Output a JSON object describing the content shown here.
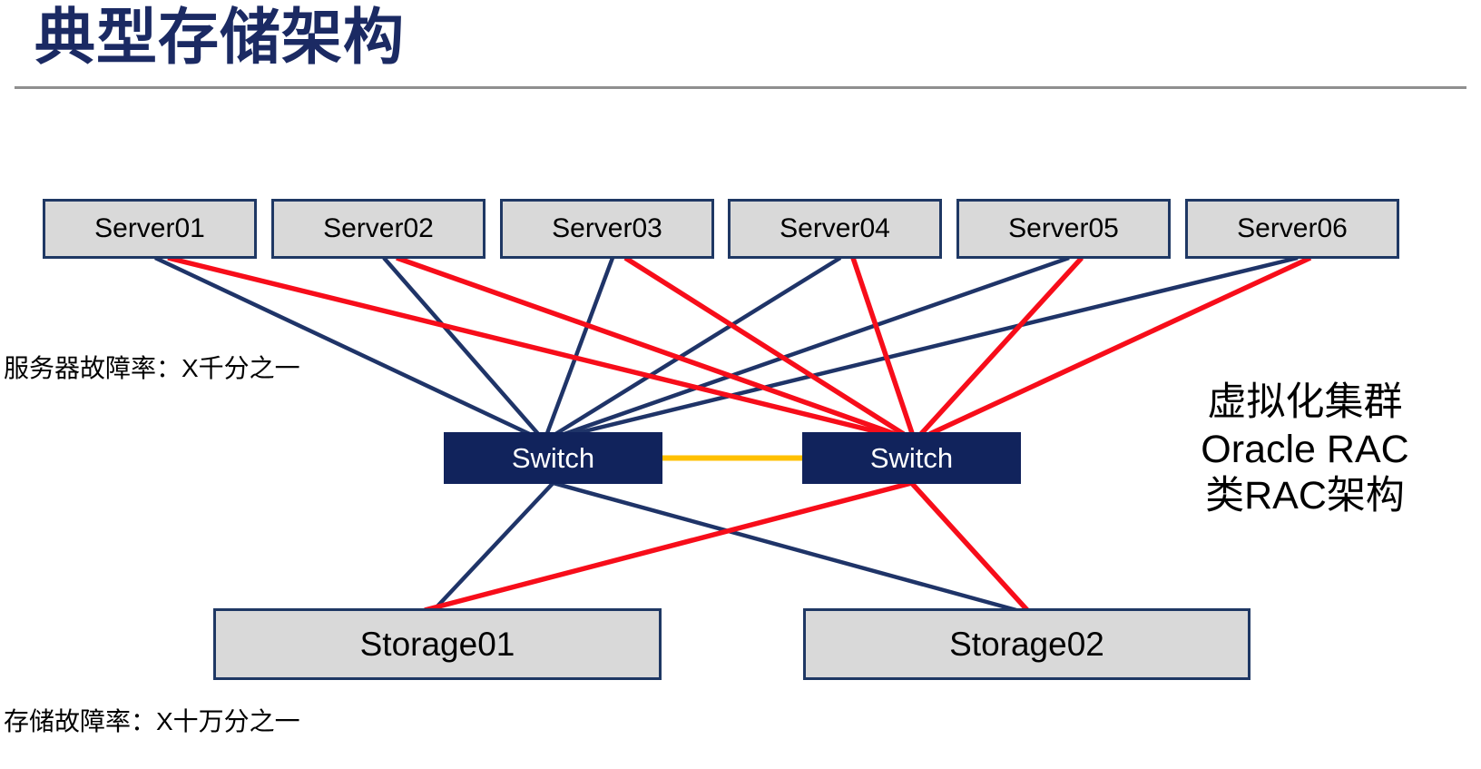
{
  "title": "典型存储架构",
  "colors": {
    "title": "#1B2A63",
    "navy": "#1F3468",
    "red": "#F70D1A",
    "yellow": "#FFC000",
    "node_fill": "#D9D9D9",
    "node_border": "#1F3864",
    "switch_fill": "#11235C",
    "switch_text": "#FFFFFF",
    "label_text": "#000000",
    "divider": "#8F8F8F"
  },
  "nodes": {
    "servers": [
      {
        "id": "server-1",
        "label": "Server01"
      },
      {
        "id": "server-2",
        "label": "Server02"
      },
      {
        "id": "server-3",
        "label": "Server03"
      },
      {
        "id": "server-4",
        "label": "Server04"
      },
      {
        "id": "server-5",
        "label": "Server05"
      },
      {
        "id": "server-6",
        "label": "Server06"
      }
    ],
    "switches": [
      {
        "id": "switch-1",
        "label": "Switch"
      },
      {
        "id": "switch-2",
        "label": "Switch"
      }
    ],
    "storages": [
      {
        "id": "storage-1",
        "label": "Storage01"
      },
      {
        "id": "storage-2",
        "label": "Storage02"
      }
    ]
  },
  "annotations": {
    "server_failure_rate": "服务器故障率：X千分之一",
    "storage_failure_rate": "存储故障率：X十万分之一",
    "cluster_note_lines": [
      "虚拟化集群",
      "Oracle RAC",
      "类RAC架构"
    ]
  },
  "connections": [
    {
      "from": "server-1",
      "to": "switch-1",
      "color": "navy"
    },
    {
      "from": "server-2",
      "to": "switch-1",
      "color": "navy"
    },
    {
      "from": "server-3",
      "to": "switch-1",
      "color": "navy"
    },
    {
      "from": "server-4",
      "to": "switch-1",
      "color": "navy"
    },
    {
      "from": "server-5",
      "to": "switch-1",
      "color": "navy"
    },
    {
      "from": "server-6",
      "to": "switch-1",
      "color": "navy"
    },
    {
      "from": "switch-1",
      "to": "storage-1",
      "color": "navy"
    },
    {
      "from": "switch-1",
      "to": "storage-2",
      "color": "navy"
    },
    {
      "from": "server-1",
      "to": "switch-2",
      "color": "red"
    },
    {
      "from": "server-2",
      "to": "switch-2",
      "color": "red"
    },
    {
      "from": "server-3",
      "to": "switch-2",
      "color": "red"
    },
    {
      "from": "server-4",
      "to": "switch-2",
      "color": "red"
    },
    {
      "from": "server-5",
      "to": "switch-2",
      "color": "red"
    },
    {
      "from": "server-6",
      "to": "switch-2",
      "color": "red"
    },
    {
      "from": "switch-2",
      "to": "storage-1",
      "color": "red"
    },
    {
      "from": "switch-2",
      "to": "storage-2",
      "color": "red"
    },
    {
      "from": "switch-1",
      "to": "switch-2",
      "color": "yellow"
    }
  ]
}
